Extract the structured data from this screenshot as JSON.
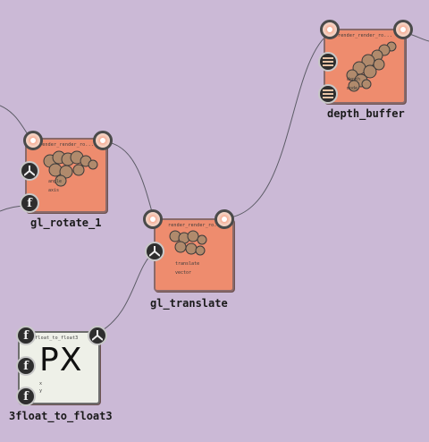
{
  "nodes": {
    "depth_buffer": {
      "label": "depth_buffer",
      "title": "render_render_ro...",
      "sub1": "depth",
      "sub2": "mode"
    },
    "gl_rotate": {
      "label": "gl_rotate_1",
      "title": "render_render_ro...",
      "sub1": "angle",
      "sub2": "axis"
    },
    "gl_translate": {
      "label": "gl_translate",
      "title": "render_render_ro...",
      "sub1": "translate",
      "sub2": "vector"
    },
    "float3": {
      "label": "3float_to_float3",
      "title": "3float_to_float3",
      "symbol": "PX",
      "sub1": "x",
      "sub2": "y"
    }
  },
  "port_glyphs": {
    "float": "f",
    "render": "render-icon",
    "lines": "lines-icon"
  }
}
